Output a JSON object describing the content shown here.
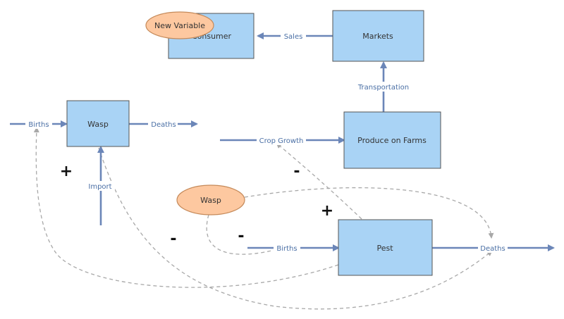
{
  "colors": {
    "stock_fill": "#a9d3f5",
    "stock_stroke": "#555555",
    "flow": "#6b86b8",
    "link": "#a8a8a8",
    "variable_fill": "#fdc8a0",
    "variable_stroke": "#c58a5a"
  },
  "stocks": {
    "consumer": "Consumer",
    "markets": "Markets",
    "wasp": "Wasp",
    "produce": "Produce on Farms",
    "pest": "Pest"
  },
  "variables": {
    "new_variable": "New Variable",
    "wasp": "Wasp"
  },
  "flows": {
    "sales": "Sales",
    "transportation": "Transportation",
    "wasp_births": "Births",
    "wasp_deaths": "Deaths",
    "import": "Import",
    "crop_growth": "Crop Growth",
    "pest_births": "Births",
    "pest_deaths": "Deaths"
  },
  "signs": {
    "plus_wasp": "+",
    "minus_crop": "-",
    "plus_pest": "+",
    "minus_left": "-",
    "minus_mid": "-"
  }
}
